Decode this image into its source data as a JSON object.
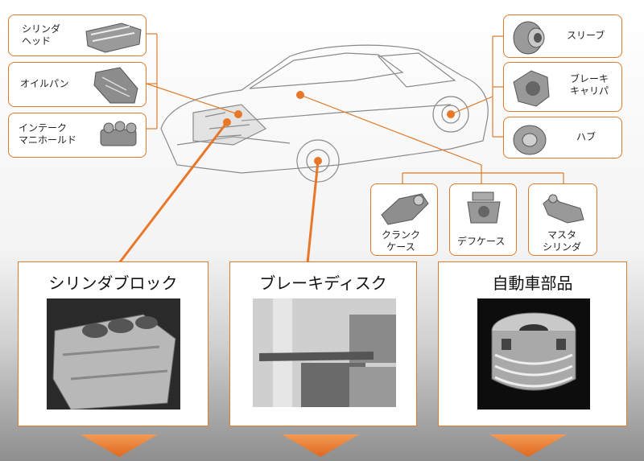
{
  "left_parts": [
    {
      "label": "シリンダ\nヘッド",
      "icon": "cylinder-head-icon"
    },
    {
      "label": "オイルパン",
      "icon": "oil-pan-icon"
    },
    {
      "label": "インテーク\nマニホールド",
      "icon": "intake-manifold-icon"
    }
  ],
  "right_parts": [
    {
      "label": "スリーブ",
      "icon": "sleeve-icon"
    },
    {
      "label": "ブレーキ\nキャリパ",
      "icon": "brake-caliper-icon"
    },
    {
      "label": "ハブ",
      "icon": "hub-icon"
    }
  ],
  "mid_parts": [
    {
      "label": "クランク\nケース",
      "icon": "crank-case-icon"
    },
    {
      "label": "デフケース",
      "icon": "diff-case-icon"
    },
    {
      "label": "マスタ\nシリンダ",
      "icon": "master-cylinder-icon"
    }
  ],
  "featured": [
    {
      "title": "シリンダブロック",
      "icon": "cylinder-block-photo"
    },
    {
      "title": "ブレーキディスク",
      "icon": "brake-disc-photo"
    },
    {
      "title": "自動車部品",
      "icon": "auto-part-photo"
    }
  ],
  "colors": {
    "accent": "#e07a2a",
    "arrow": "#e8772a"
  }
}
